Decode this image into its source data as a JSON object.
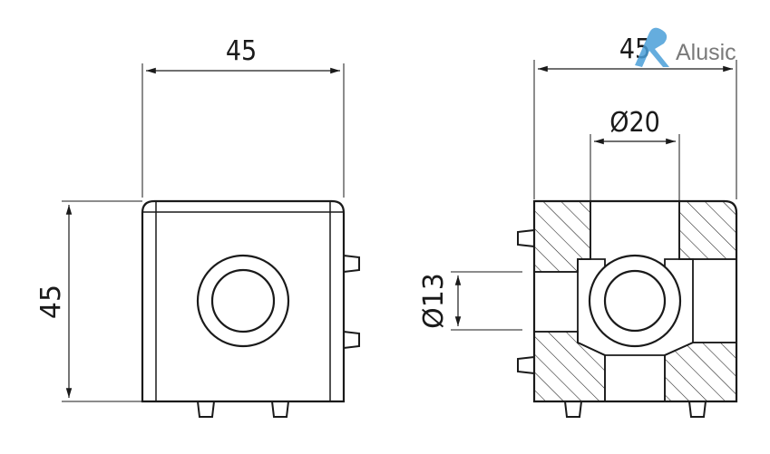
{
  "logo": {
    "brand_name": "Alusic",
    "accent_color": "#4a9fd8",
    "text_color": "#7a7a7a"
  },
  "front_view": {
    "width_dimension": "45",
    "height_dimension": "45"
  },
  "section_view": {
    "width_dimension": "45",
    "bore_dimension": "Ø20",
    "hole_dimension": "Ø13"
  }
}
